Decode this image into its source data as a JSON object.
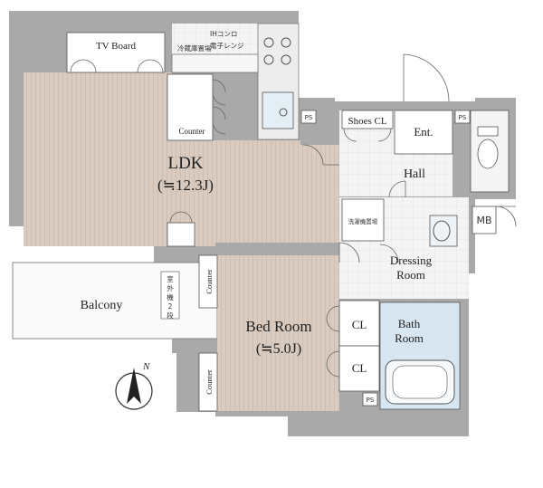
{
  "rooms": {
    "ldk_name": "LDK",
    "ldk_size": "(≒12.3J)",
    "bedroom_name": "Bed Room",
    "bedroom_size": "(≒5.0J)",
    "balcony": "Balcony",
    "entrance": "Ent.",
    "hall": "Hall",
    "dressing_1": "Dressing",
    "dressing_2": "Room",
    "bath_1": "Bath",
    "bath_2": "Room"
  },
  "labels": {
    "tv_board": "TV Board",
    "counter_ldk": "Counter",
    "counter_bed_top": "Counter",
    "counter_bed_bottom": "Counter",
    "shoes_cl": "Shoes CL",
    "cl_top": "CL",
    "cl_bottom": "CL",
    "mb": "MB",
    "ps": "PS",
    "fridge": "冷蔵庫置場",
    "ih_stove": "IHコンロ",
    "microwave": "電子レンジ",
    "washer": "洗濯機置場",
    "outdoor_unit": [
      "室",
      "外",
      "機",
      "2",
      "段"
    ],
    "north": "N"
  },
  "colors": {
    "wall": "#a9a9a9",
    "wood": "#d9cbc0",
    "tile": "#f2f2f2",
    "bath": "#d8e6f2"
  }
}
